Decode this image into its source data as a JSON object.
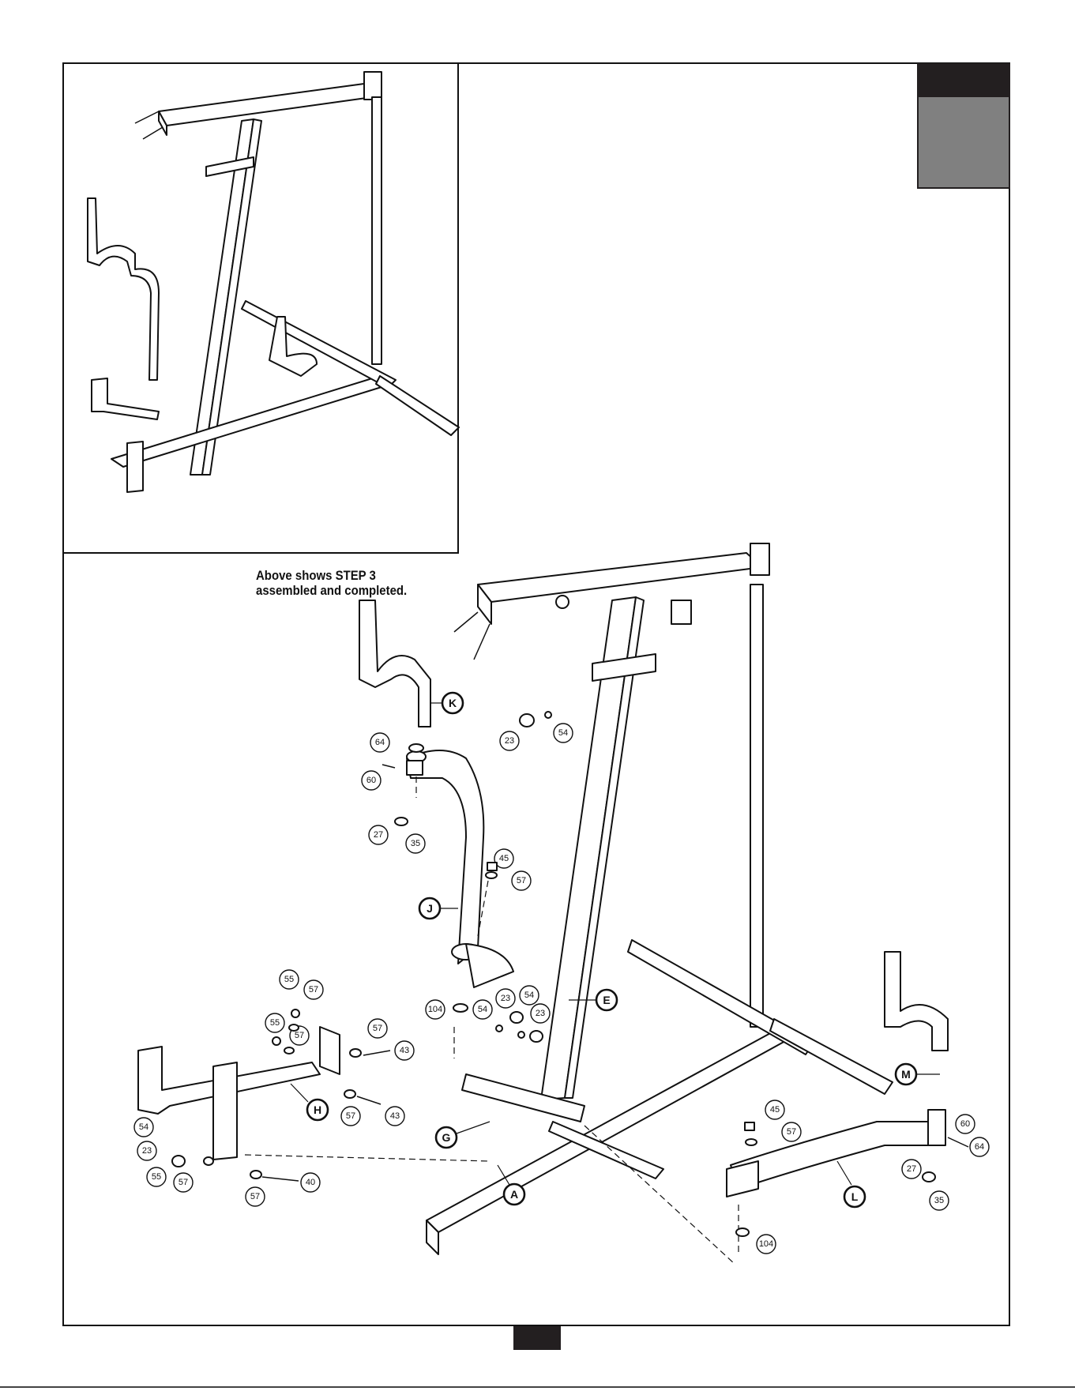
{
  "inset": {
    "caption_line1": "Above shows STEP 3",
    "caption_line2": "assembled and completed."
  },
  "part_letters": [
    "K",
    "J",
    "E",
    "H",
    "G",
    "A",
    "M",
    "L"
  ],
  "callouts": [
    "64",
    "60",
    "27",
    "35",
    "23",
    "54",
    "45",
    "57",
    "104",
    "54",
    "23",
    "54",
    "23",
    "55",
    "57",
    "55",
    "57",
    "57",
    "43",
    "57",
    "43",
    "54",
    "23",
    "55",
    "57",
    "57",
    "40",
    "45",
    "57",
    "60",
    "64",
    "27",
    "35",
    "104"
  ],
  "colors": {
    "ink": "#111111",
    "tab_dark": "#231f20",
    "tab_gray": "#808080"
  }
}
